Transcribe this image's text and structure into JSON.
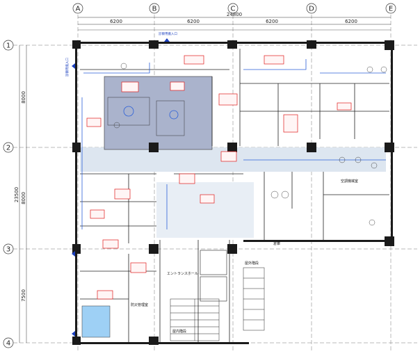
{
  "grid": {
    "columns": [
      "A",
      "B",
      "C",
      "D",
      "E"
    ],
    "rows": [
      "1",
      "2",
      "3",
      "4"
    ]
  },
  "dimensions": {
    "overall_width": "24800",
    "bays": [
      "6200",
      "6200",
      "6200",
      "6200"
    ],
    "side_total": "23500",
    "side_bays": [
      "8000",
      "8000",
      "7500"
    ]
  },
  "rooms": {
    "entrance_hall": "エントランスホール",
    "fire_stair": "屋内階段",
    "exterior_stair": "屋外階段",
    "control_room": "防災管理室",
    "storage": "倉庫",
    "room_d2": "空調機械室"
  },
  "entrances": {
    "top_label": "診察用搬入口",
    "left_label": "診察用搬入口"
  },
  "colors": {
    "kitchen_fill": "#aab3cc",
    "corridor_fill": "#dde6f0",
    "note_border": "#e01b1b",
    "duct_blue": "#2a5fd8"
  }
}
